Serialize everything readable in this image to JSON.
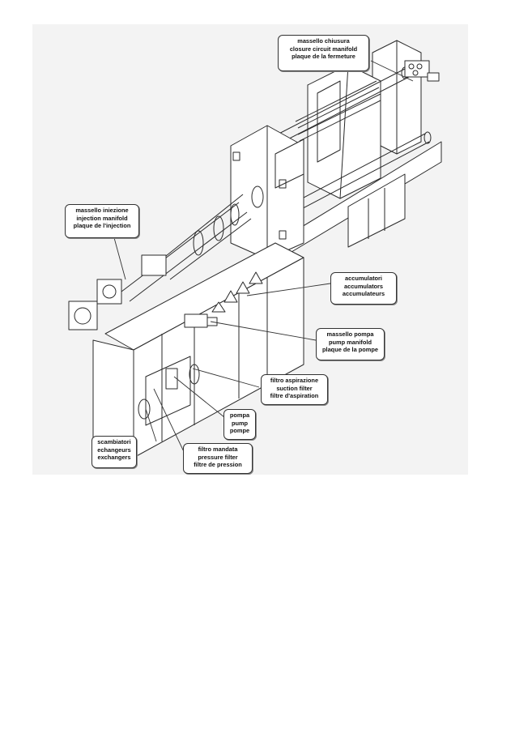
{
  "figure": {
    "description": "Isometric line drawing of a hydraulic injection moulding machine with labeled components",
    "background_color": "#f3f3f3",
    "line_color": "#2a2a2a"
  },
  "callouts": {
    "closure_manifold": {
      "it": "massello chiusura",
      "en": "closure circuit manifold",
      "fr": "plaque de la fermeture"
    },
    "injection_manifold": {
      "it": "massello iniezione",
      "en": "injection manifold",
      "fr": "plaque de l'injection"
    },
    "accumulators": {
      "it": "accumulatori",
      "en": "accumulators",
      "fr": "accumulateurs"
    },
    "pump_manifold": {
      "it": "massello pompa",
      "en": "pump manifold",
      "fr": "plaque de la pompe"
    },
    "suction_filter": {
      "it": "filtro aspirazione",
      "en": "suction filter",
      "fr": "filtre d'aspiration"
    },
    "pump": {
      "it": "pompa",
      "en": "pump",
      "fr": "pompe"
    },
    "exchangers": {
      "it": "scambiatori",
      "en": "echangeurs",
      "fr": "exchangers"
    },
    "pressure_filter": {
      "it": "filtro mandata",
      "en": "pressure filter",
      "fr": "filtre de pression"
    }
  }
}
